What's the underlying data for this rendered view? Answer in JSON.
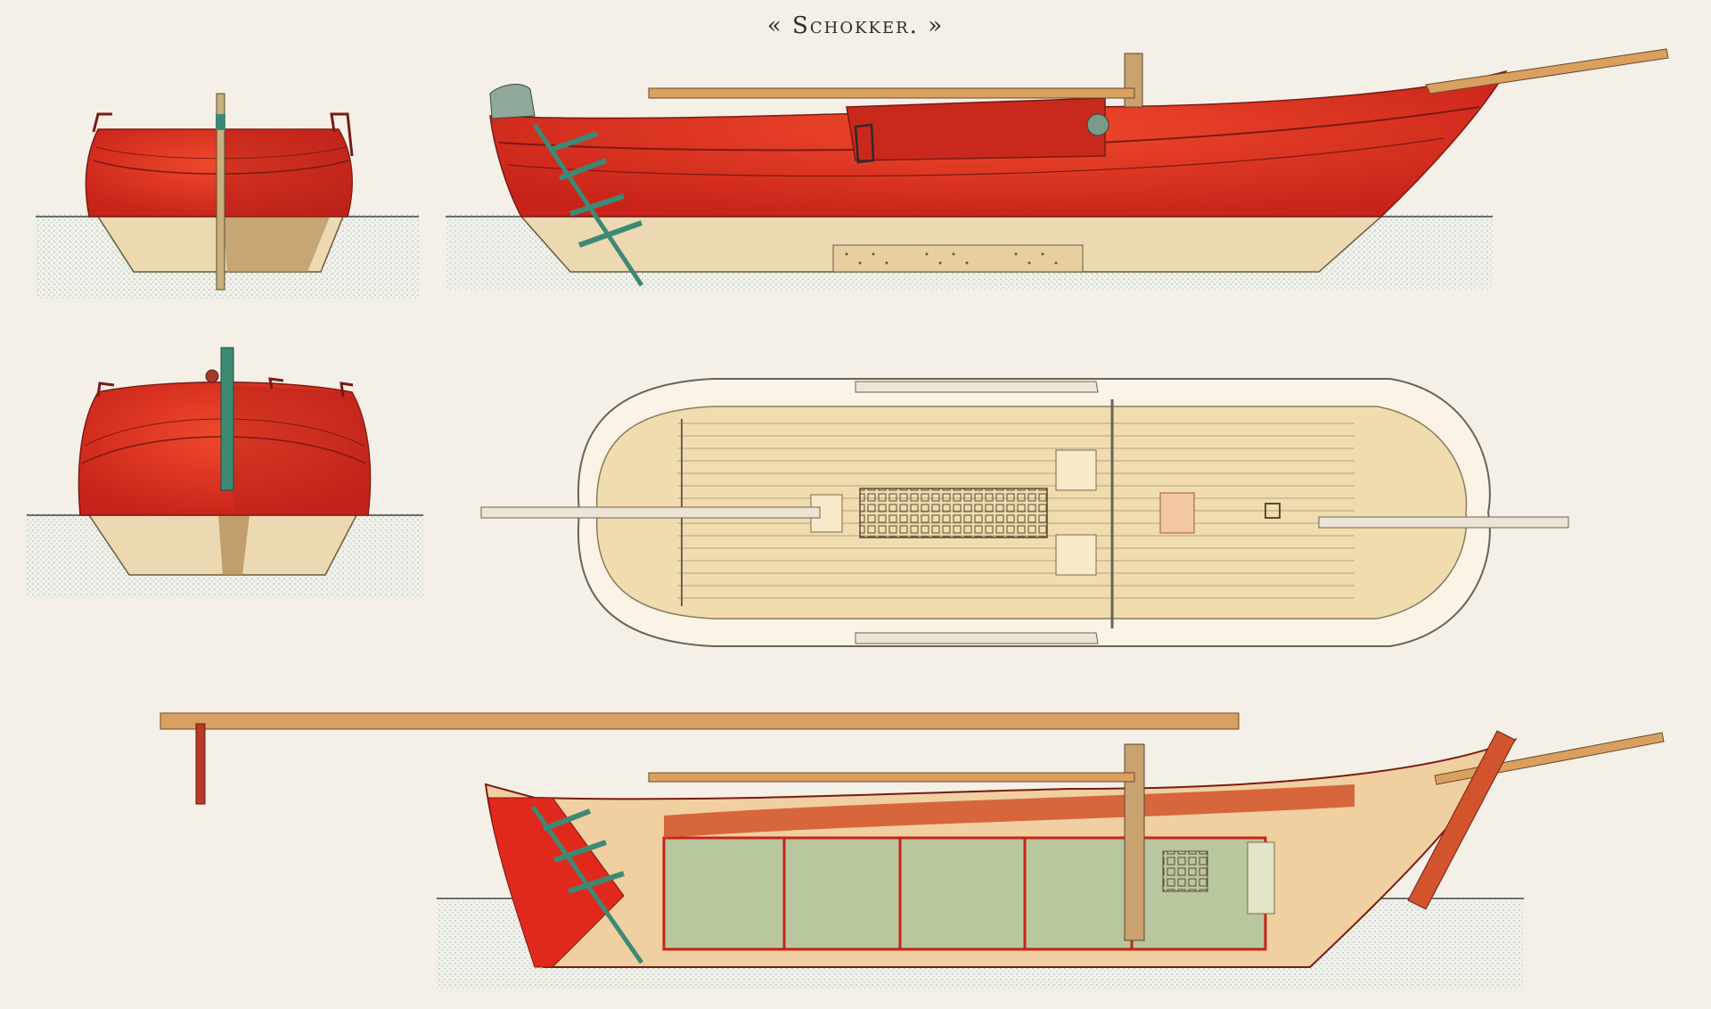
{
  "plate": {
    "title": "« Schokker. »"
  },
  "colors": {
    "background": "#f4f0e7",
    "hull_red": "#e0291c",
    "hull_dark_red": "#b8231a",
    "waterline_blue": "#7fc6d6",
    "underwater": "#ecd9b2",
    "timber": "#d99a5a",
    "leeboard_green": "#3d8a74",
    "deck": "#f3dfb2",
    "interior_green": "#b9c79e"
  },
  "views": {
    "stern_view": "stern-elevation",
    "bow_view": "bow-elevation",
    "side_view": "side-elevation",
    "deck_plan": "deck-plan",
    "section_view": "longitudinal-section"
  }
}
